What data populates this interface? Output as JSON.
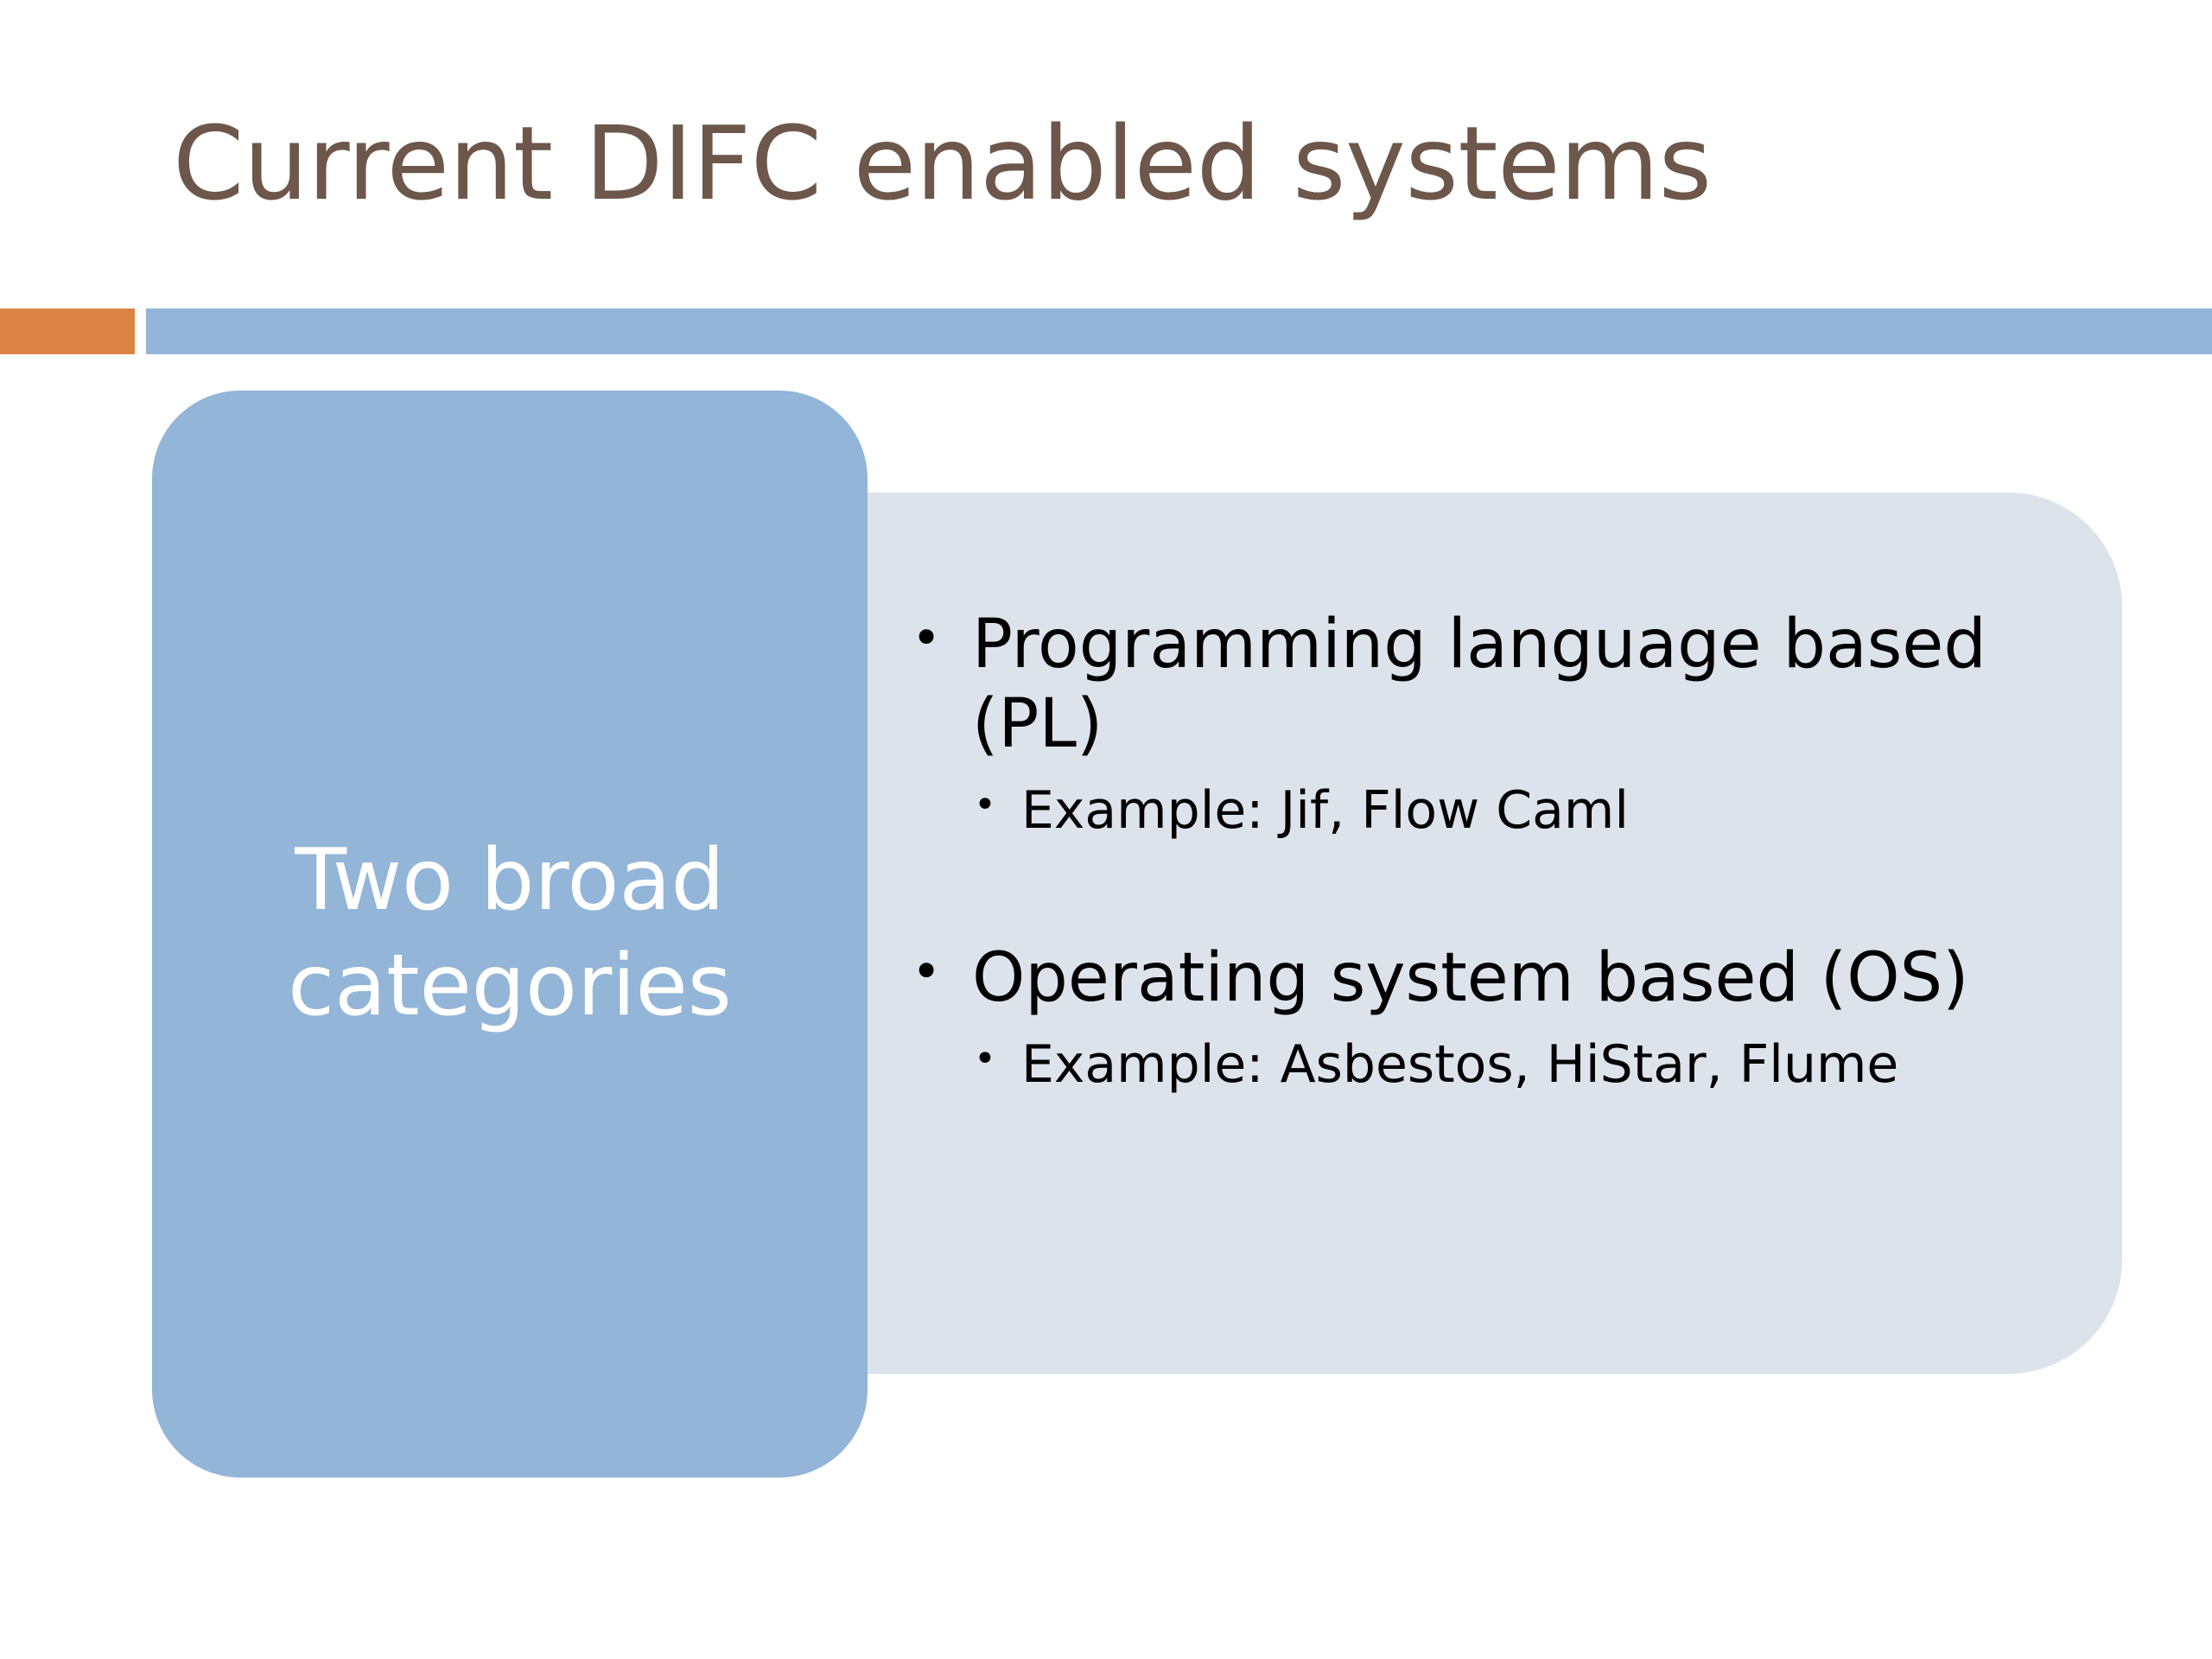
{
  "slide": {
    "title": "Current DIFC enabled systems",
    "background_color": "#FFFFFF",
    "title_color": "#6D574A",
    "accent_orange": "#DD8346",
    "accent_blue": "#93B5D7",
    "panel_gray": "#DDE3EB",
    "bullet_text_color": "#000000",
    "label_text_color": "#FFFFFF"
  },
  "label_card": {
    "text": "Two broad categories"
  },
  "content": {
    "bullet_glyph": "•",
    "groups": [
      {
        "heading": "Programming language based (PL)",
        "sub": "Example: Jif, Flow Caml"
      },
      {
        "heading": "Operating system based (OS)",
        "sub": "Example: Asbestos, HiStar, Flume"
      }
    ]
  }
}
